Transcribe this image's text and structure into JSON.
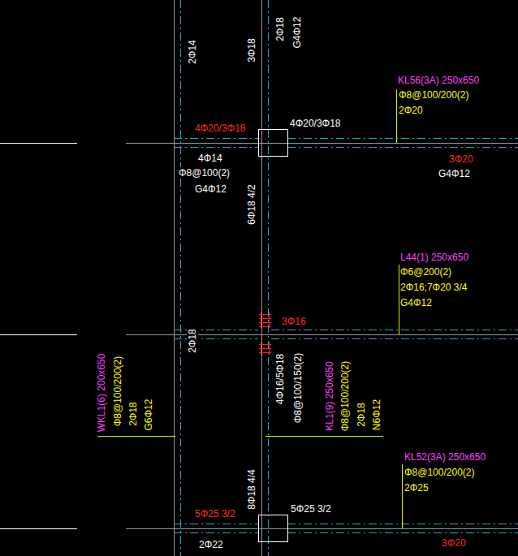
{
  "diagram": {
    "labels": [
      "2Φ14",
      "3Φ18",
      "2Φ18",
      "G4Φ12",
      "KL56(3A) 250x650",
      "Φ8@100/200(2)",
      "2Φ20",
      "4Φ20/3Φ18",
      "4Φ20/3Φ18",
      "4Φ14",
      "3Φ20",
      "Φ8@100(2)",
      "G4Φ12",
      "G4Φ12",
      "6Φ18 4/2",
      "L44(1) 250x650",
      "Φ6@200(2)",
      "2Φ16;7Φ20 3/4",
      "G4Φ12",
      "3Φ16",
      "2Φ18",
      "4Φ16/5Φ18",
      "Φ8@100/150(2)",
      "WKL1(6) 200x650",
      "Φ8@100/200(2)",
      "2Φ18",
      "G6Φ12",
      "KL1(9) 250x650",
      "Φ8@100/200(2)",
      "2Φ18",
      "N6Φ12",
      "KL52(3A) 250x650",
      "Φ8@100/200(2)",
      "2Φ25",
      "8Φ18 4/4",
      "5Φ25 3/2",
      "5Φ25 3/2",
      "3Φ20",
      "2Φ22"
    ]
  }
}
